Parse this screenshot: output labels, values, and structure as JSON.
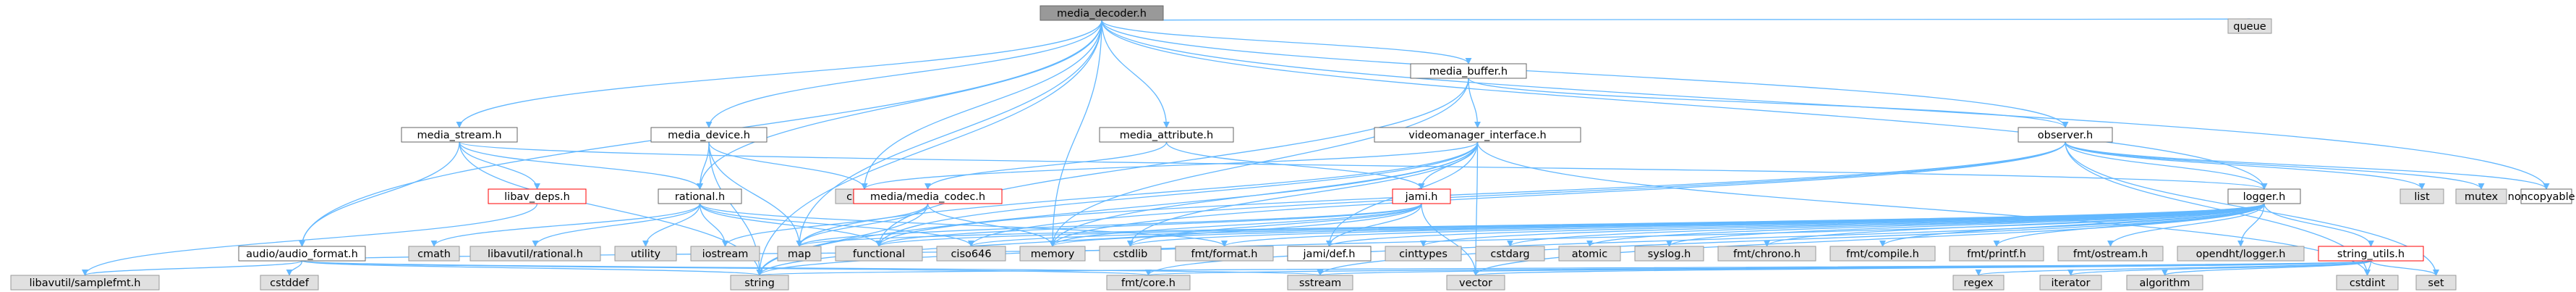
{
  "diagram": {
    "nodes": [
      {
        "id": "media_decoder",
        "label": "media_decoder.h",
        "kind": "root"
      },
      {
        "id": "queue",
        "label": "queue",
        "kind": "external"
      },
      {
        "id": "media_buffer",
        "label": "media_buffer.h",
        "kind": "project"
      },
      {
        "id": "media_stream",
        "label": "media_stream.h",
        "kind": "project"
      },
      {
        "id": "media_device",
        "label": "media_device.h",
        "kind": "project"
      },
      {
        "id": "media_attribute",
        "label": "media_attribute.h",
        "kind": "project"
      },
      {
        "id": "videomanager_interface",
        "label": "videomanager_interface.h",
        "kind": "project"
      },
      {
        "id": "observer",
        "label": "observer.h",
        "kind": "project"
      },
      {
        "id": "libav_deps",
        "label": "libav_deps.h",
        "kind": "truncated"
      },
      {
        "id": "rational",
        "label": "rational.h",
        "kind": "project"
      },
      {
        "id": "chrono",
        "label": "chrono",
        "kind": "external"
      },
      {
        "id": "media_codec",
        "label": "media/media_codec.h",
        "kind": "truncated"
      },
      {
        "id": "jami",
        "label": "jami.h",
        "kind": "truncated"
      },
      {
        "id": "logger",
        "label": "logger.h",
        "kind": "project"
      },
      {
        "id": "list",
        "label": "list",
        "kind": "external"
      },
      {
        "id": "mutex",
        "label": "mutex",
        "kind": "external"
      },
      {
        "id": "noncopyable",
        "label": "noncopyable.h",
        "kind": "project"
      },
      {
        "id": "audio_format",
        "label": "audio/audio_format.h",
        "kind": "project"
      },
      {
        "id": "cmath",
        "label": "cmath",
        "kind": "external"
      },
      {
        "id": "libavutil_rational",
        "label": "libavutil/rational.h",
        "kind": "external"
      },
      {
        "id": "utility",
        "label": "utility",
        "kind": "external"
      },
      {
        "id": "iostream",
        "label": "iostream",
        "kind": "external"
      },
      {
        "id": "map",
        "label": "map",
        "kind": "external"
      },
      {
        "id": "functional",
        "label": "functional",
        "kind": "external"
      },
      {
        "id": "ciso646",
        "label": "ciso646",
        "kind": "external"
      },
      {
        "id": "memory",
        "label": "memory",
        "kind": "external"
      },
      {
        "id": "cstdlib",
        "label": "cstdlib",
        "kind": "external"
      },
      {
        "id": "fmt_format",
        "label": "fmt/format.h",
        "kind": "external"
      },
      {
        "id": "jami_def",
        "label": "jami/def.h",
        "kind": "project"
      },
      {
        "id": "cinttypes",
        "label": "cinttypes",
        "kind": "external"
      },
      {
        "id": "cstdarg",
        "label": "cstdarg",
        "kind": "external"
      },
      {
        "id": "atomic",
        "label": "atomic",
        "kind": "external"
      },
      {
        "id": "syslog",
        "label": "syslog.h",
        "kind": "external"
      },
      {
        "id": "fmt_chrono",
        "label": "fmt/chrono.h",
        "kind": "external"
      },
      {
        "id": "fmt_compile",
        "label": "fmt/compile.h",
        "kind": "external"
      },
      {
        "id": "fmt_printf",
        "label": "fmt/printf.h",
        "kind": "external"
      },
      {
        "id": "fmt_ostream",
        "label": "fmt/ostream.h",
        "kind": "external"
      },
      {
        "id": "opendht_logger",
        "label": "opendht/logger.h",
        "kind": "external"
      },
      {
        "id": "string_utils",
        "label": "string_utils.h",
        "kind": "truncated"
      },
      {
        "id": "cstddef",
        "label": "cstddef",
        "kind": "external"
      },
      {
        "id": "libavutil_samplefmt",
        "label": "libavutil/samplefmt.h",
        "kind": "external"
      },
      {
        "id": "string",
        "label": "string",
        "kind": "external"
      },
      {
        "id": "fmt_core",
        "label": "fmt/core.h",
        "kind": "external"
      },
      {
        "id": "sstream",
        "label": "sstream",
        "kind": "external"
      },
      {
        "id": "vector",
        "label": "vector",
        "kind": "external"
      },
      {
        "id": "regex",
        "label": "regex",
        "kind": "external"
      },
      {
        "id": "iterator",
        "label": "iterator",
        "kind": "external"
      },
      {
        "id": "algorithm",
        "label": "algorithm",
        "kind": "external"
      },
      {
        "id": "cstdint",
        "label": "cstdint",
        "kind": "external"
      },
      {
        "id": "set",
        "label": "set",
        "kind": "external"
      }
    ],
    "edges": [
      [
        "media_decoder",
        "queue"
      ],
      [
        "media_decoder",
        "media_buffer"
      ],
      [
        "media_decoder",
        "media_stream"
      ],
      [
        "media_decoder",
        "media_device"
      ],
      [
        "media_decoder",
        "media_attribute"
      ],
      [
        "media_decoder",
        "observer"
      ],
      [
        "media_decoder",
        "rational"
      ],
      [
        "media_decoder",
        "chrono"
      ],
      [
        "media_decoder",
        "logger"
      ],
      [
        "media_decoder",
        "map"
      ],
      [
        "media_decoder",
        "string"
      ],
      [
        "media_decoder",
        "audio_format"
      ],
      [
        "media_decoder",
        "noncopyable"
      ],
      [
        "media_decoder",
        "memory"
      ],
      [
        "media_buffer",
        "videomanager_interface"
      ],
      [
        "media_buffer",
        "observer"
      ],
      [
        "media_buffer",
        "memory"
      ],
      [
        "media_buffer",
        "functional"
      ],
      [
        "media_stream",
        "libav_deps"
      ],
      [
        "media_stream",
        "rational"
      ],
      [
        "media_stream",
        "audio_format"
      ],
      [
        "media_stream",
        "string"
      ],
      [
        "media_stream",
        "logger"
      ],
      [
        "media_device",
        "rational"
      ],
      [
        "media_device",
        "chrono"
      ],
      [
        "media_device",
        "string"
      ],
      [
        "media_device",
        "map"
      ],
      [
        "media_attribute",
        "media_codec"
      ],
      [
        "media_attribute",
        "jami"
      ],
      [
        "videomanager_interface",
        "jami"
      ],
      [
        "videomanager_interface",
        "map"
      ],
      [
        "videomanager_interface",
        "memory"
      ],
      [
        "videomanager_interface",
        "functional"
      ],
      [
        "videomanager_interface",
        "cstdlib"
      ],
      [
        "videomanager_interface",
        "vector"
      ],
      [
        "videomanager_interface",
        "chrono"
      ],
      [
        "videomanager_interface",
        "cstdint"
      ],
      [
        "videomanager_interface",
        "jami_def"
      ],
      [
        "videomanager_interface",
        "string"
      ],
      [
        "observer",
        "list"
      ],
      [
        "observer",
        "mutex"
      ],
      [
        "observer",
        "noncopyable"
      ],
      [
        "observer",
        "set"
      ],
      [
        "observer",
        "memory"
      ],
      [
        "observer",
        "functional"
      ],
      [
        "observer",
        "ciso646"
      ],
      [
        "observer",
        "logger"
      ],
      [
        "observer",
        "cstdint"
      ],
      [
        "libav_deps",
        "libavutil_samplefmt"
      ],
      [
        "rational",
        "cmath"
      ],
      [
        "rational",
        "libavutil_rational"
      ],
      [
        "rational",
        "utility"
      ],
      [
        "rational",
        "iostream"
      ],
      [
        "rational",
        "functional"
      ],
      [
        "rational",
        "fmt_format"
      ],
      [
        "rational",
        "ciso646"
      ],
      [
        "media_codec",
        "map"
      ],
      [
        "media_codec",
        "iostream"
      ],
      [
        "media_codec",
        "string"
      ],
      [
        "media_codec",
        "memory"
      ],
      [
        "jami",
        "jami_def"
      ],
      [
        "jami",
        "string"
      ],
      [
        "jami",
        "vector"
      ],
      [
        "jami",
        "map"
      ],
      [
        "jami",
        "memory"
      ],
      [
        "jami",
        "functional"
      ],
      [
        "jami",
        "cstdlib"
      ],
      [
        "logger",
        "cinttypes"
      ],
      [
        "logger",
        "cstdarg"
      ],
      [
        "logger",
        "atomic"
      ],
      [
        "logger",
        "syslog"
      ],
      [
        "logger",
        "fmt_chrono"
      ],
      [
        "logger",
        "fmt_compile"
      ],
      [
        "logger",
        "fmt_printf"
      ],
      [
        "logger",
        "fmt_ostream"
      ],
      [
        "logger",
        "opendht_logger"
      ],
      [
        "logger",
        "string_utils"
      ],
      [
        "logger",
        "fmt_format"
      ],
      [
        "logger",
        "jami_def"
      ],
      [
        "logger",
        "cstdlib"
      ],
      [
        "logger",
        "ciso646"
      ],
      [
        "logger",
        "memory"
      ],
      [
        "logger",
        "string"
      ],
      [
        "logger",
        "fmt_core"
      ],
      [
        "logger",
        "sstream"
      ],
      [
        "logger",
        "map"
      ],
      [
        "logger",
        "functional"
      ],
      [
        "logger",
        "vector"
      ],
      [
        "string_utils",
        "regex"
      ],
      [
        "string_utils",
        "iterator"
      ],
      [
        "string_utils",
        "algorithm"
      ],
      [
        "string_utils",
        "cstdint"
      ],
      [
        "string_utils",
        "set"
      ],
      [
        "string_utils",
        "vector"
      ],
      [
        "string_utils",
        "string"
      ],
      [
        "string_utils",
        "sstream"
      ],
      [
        "string_utils",
        "fmt_core"
      ],
      [
        "audio_format",
        "fmt_core"
      ],
      [
        "audio_format",
        "fmt_format"
      ],
      [
        "audio_format",
        "sstream"
      ],
      [
        "audio_format",
        "string"
      ],
      [
        "audio_format",
        "cstddef"
      ],
      [
        "audio_format",
        "libavutil_samplefmt"
      ]
    ],
    "colors": {
      "root_fill": "#999999",
      "root_border": "#666666",
      "project_fill": "#ffffff",
      "project_border": "#666666",
      "external_fill": "#e0e0e0",
      "external_border": "#999999",
      "truncated_fill": "#ffffff",
      "truncated_border": "#ff0000",
      "edge": "#63b8ff"
    }
  }
}
